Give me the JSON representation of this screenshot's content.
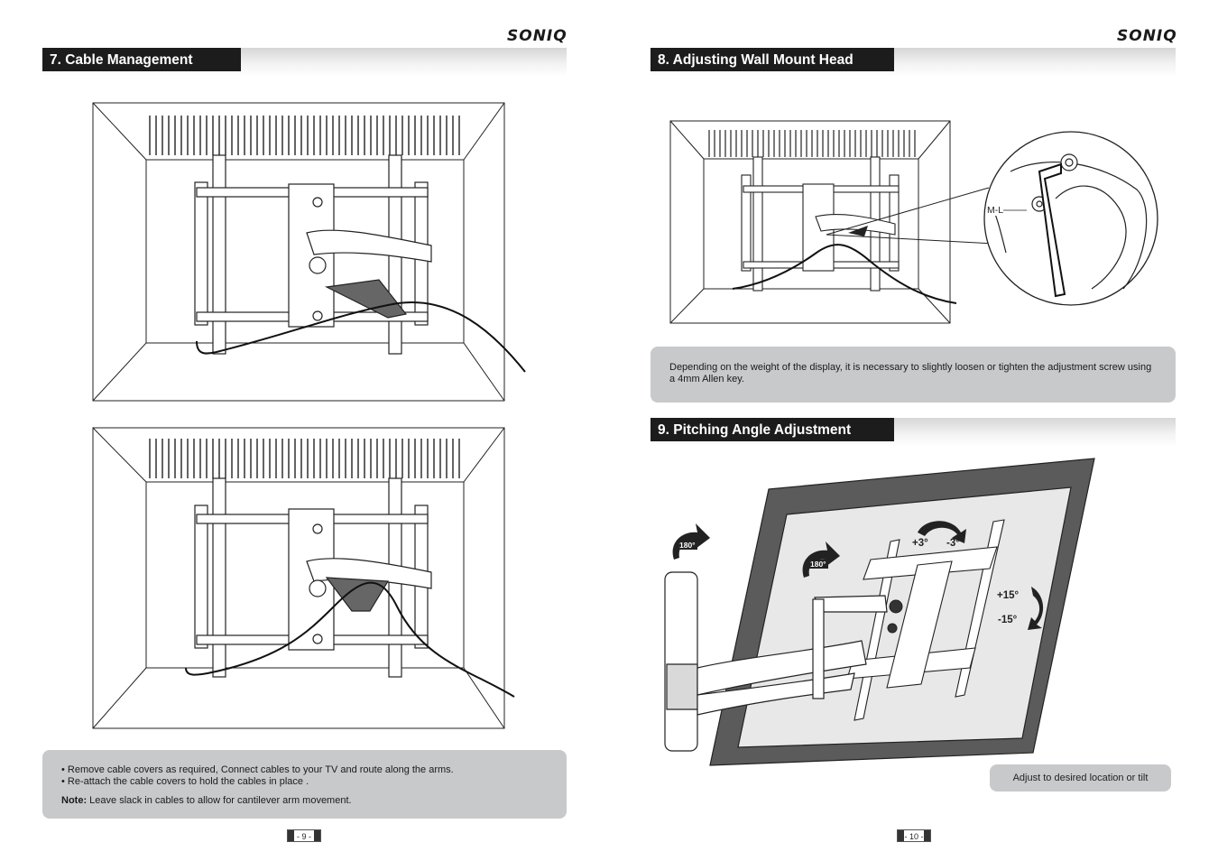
{
  "brand": "SONIQ",
  "left_page": {
    "section_title": "7. Cable Management",
    "instructions": [
      "• Remove cable covers as required, Connect cables to your TV and route along the arms.",
      "• Re-attach the cable covers to hold the cables in place ."
    ],
    "note_label": "Note:",
    "note_text": " Leave slack in cables to allow for cantilever arm movement.",
    "page_number": "- 9 -"
  },
  "right_page": {
    "section8_title": "8. Adjusting Wall Mount Head",
    "callout_label": "M-L",
    "section8_text": "Depending on the weight of the display, it is necessary to slightly loosen or tighten the adjustment screw using a 4mm Allen key.",
    "section9_title": "9. Pitching Angle Adjustment",
    "rotation_label_1": "180°",
    "rotation_label_2": "180°",
    "swivel_plus": "+3°",
    "swivel_minus": "-3°",
    "tilt_plus": "+15°",
    "tilt_minus": "-15°",
    "section9_caption": "Adjust to desired location or tilt",
    "page_number": "- 10 -"
  }
}
